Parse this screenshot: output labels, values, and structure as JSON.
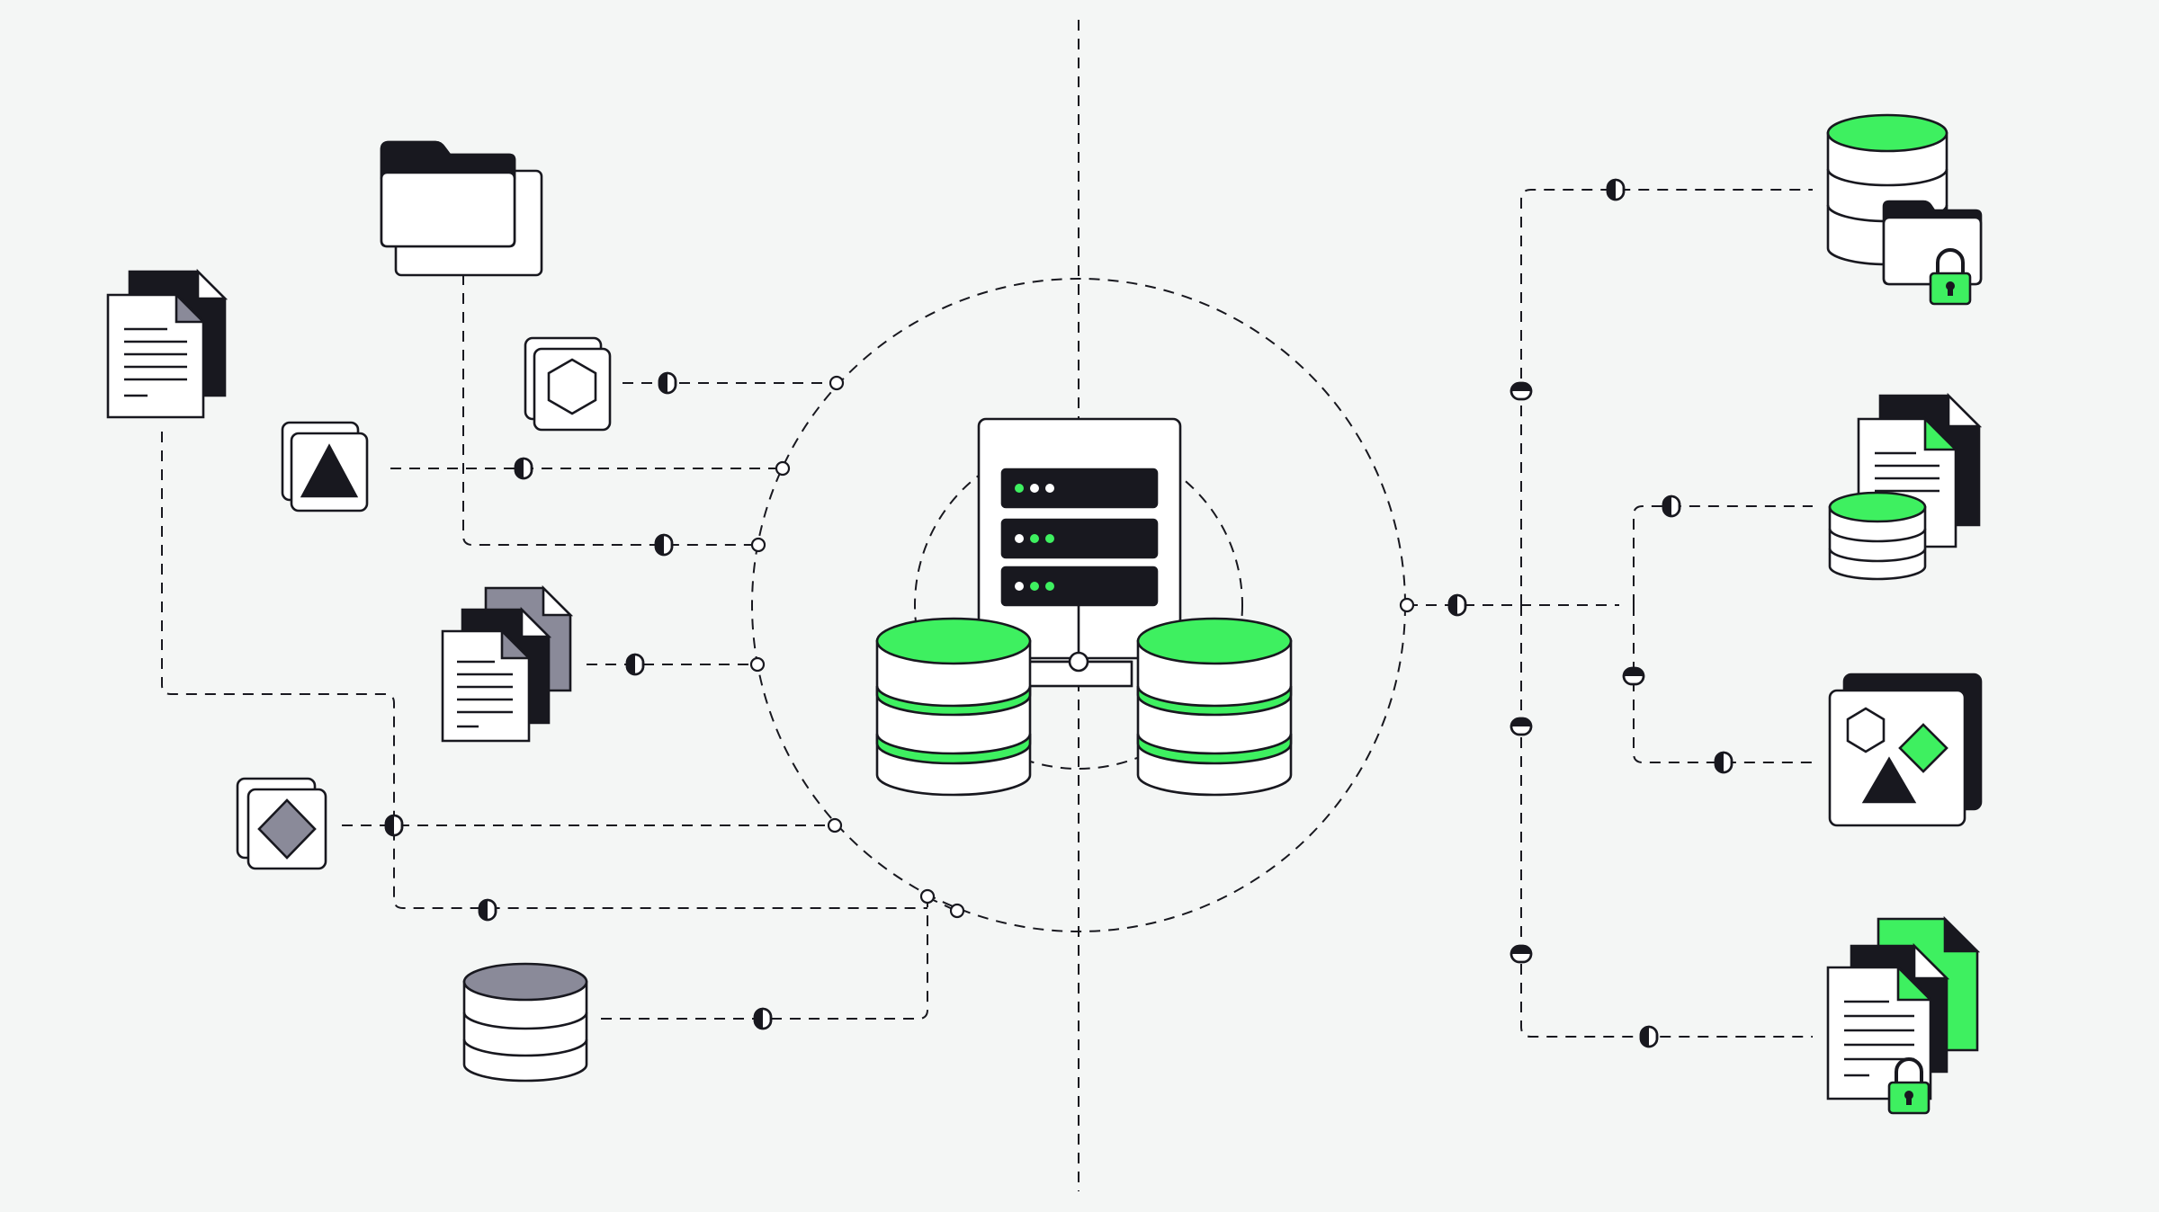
{
  "colors": {
    "background": "#f4f6f5",
    "ink": "#18181f",
    "accent_green": "#3ef060",
    "muted_gray": "#8a8a99",
    "paper": "#ffffff"
  },
  "diagram": {
    "hub": {
      "name": "server-with-databases",
      "icons": [
        "server-rack-icon",
        "database-icon",
        "database-icon"
      ],
      "status_lights": [
        "green",
        "white"
      ]
    },
    "sources_left": [
      {
        "name": "document-stack",
        "icon": "document-icon"
      },
      {
        "name": "folder",
        "icon": "folder-icon"
      },
      {
        "name": "hexagon-card",
        "icon": "hexagon-icon"
      },
      {
        "name": "triangle-card",
        "icon": "triangle-icon"
      },
      {
        "name": "document-stack-gray",
        "icon": "document-icon"
      },
      {
        "name": "diamond-card",
        "icon": "diamond-icon"
      },
      {
        "name": "gray-database",
        "icon": "database-icon"
      }
    ],
    "targets_right": [
      {
        "name": "secured-database-folder",
        "icon": "lock-icon"
      },
      {
        "name": "documents-with-database",
        "icon": "document-icon"
      },
      {
        "name": "shapes-board",
        "icon": "shapes-icon"
      },
      {
        "name": "secured-green-documents",
        "icon": "lock-icon"
      }
    ]
  }
}
